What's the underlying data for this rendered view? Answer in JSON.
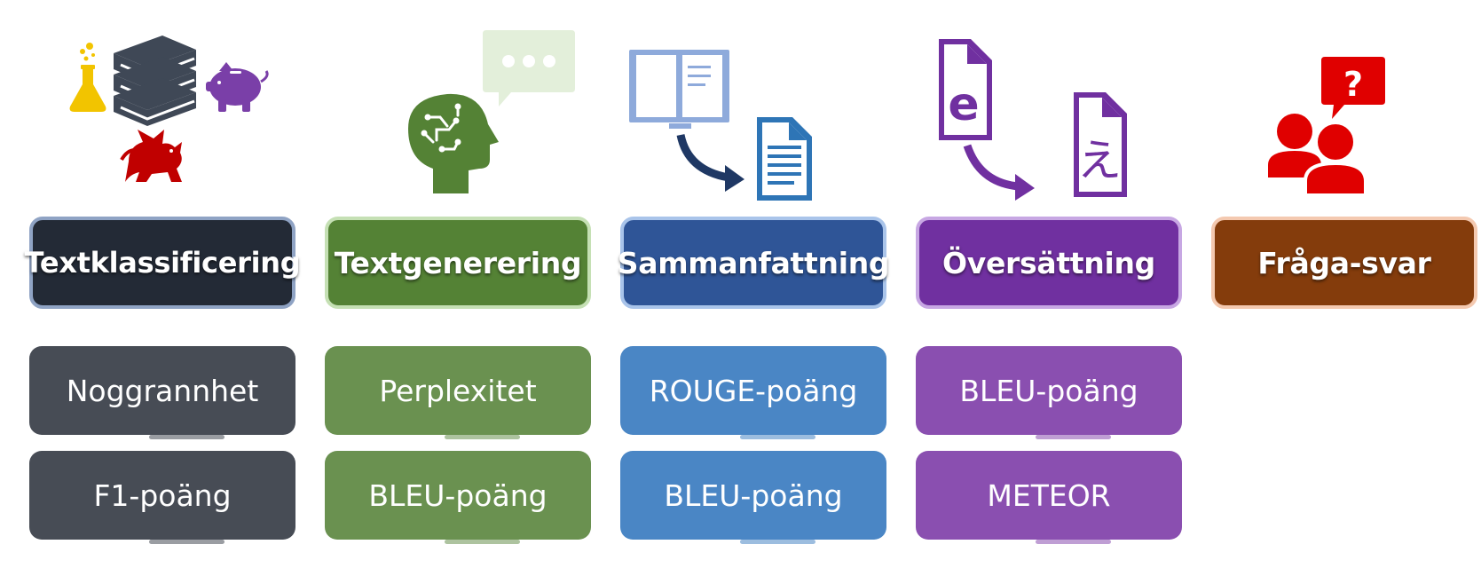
{
  "columns": [
    {
      "id": "textklassificering",
      "label": "Textklassificering",
      "header_color": "#232a36",
      "header_border": "#8fa3c4",
      "metric_color": "#474c55",
      "metrics": [
        "Noggrannhet",
        "F1-poäng"
      ],
      "icons": [
        "flask-icon",
        "books-icon",
        "piggy-bank-icon",
        "dragon-icon"
      ]
    },
    {
      "id": "textgenerering",
      "label": "Textgenerering",
      "header_color": "#548235",
      "header_border": "#c5e0b4",
      "metric_color": "#6a9150",
      "metrics": [
        "Perplexitet",
        "BLEU-poäng"
      ],
      "icons": [
        "brain-head-icon",
        "chat-bubble-icon"
      ]
    },
    {
      "id": "sammanfattning",
      "label": "Sammanfattning",
      "header_color": "#2f5597",
      "header_border": "#a9c4ea",
      "metric_color": "#4a86c5",
      "metrics": [
        "ROUGE-poäng",
        "BLEU-poäng"
      ],
      "icons": [
        "open-book-icon",
        "curved-arrow-icon",
        "document-icon"
      ]
    },
    {
      "id": "oversattning",
      "label": "Översättning",
      "header_color": "#7030a0",
      "header_border": "#c7a7e3",
      "metric_color": "#8a4fb0",
      "metrics": [
        "BLEU-poäng",
        "METEOR"
      ],
      "icons": [
        "document-e-icon",
        "curved-arrow-icon",
        "document-e-japanese-icon"
      ],
      "glyphs": {
        "source": "e",
        "target": "え"
      }
    },
    {
      "id": "fraga-svar",
      "label": "Fråga-svar",
      "header_color": "#843c0c",
      "header_border": "#f4c9b0",
      "metrics": [],
      "icons": [
        "users-icon",
        "question-bubble-icon"
      ],
      "glyphs": {
        "question": "?"
      }
    }
  ]
}
